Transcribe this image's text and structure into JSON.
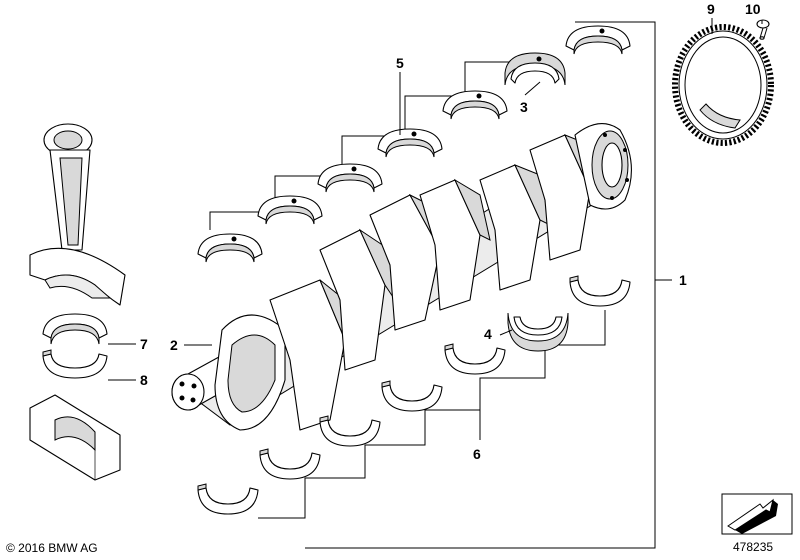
{
  "callouts": {
    "c1": "1",
    "c2": "2",
    "c3": "3",
    "c4": "4",
    "c5": "5",
    "c6": "6",
    "c7": "7",
    "c8": "8",
    "c9": "9",
    "c10": "10"
  },
  "footer": {
    "copyright": "© 2016 BMW AG",
    "diagram_id": "478235"
  },
  "icons": {
    "nav_arrow": "arrow-icon"
  }
}
